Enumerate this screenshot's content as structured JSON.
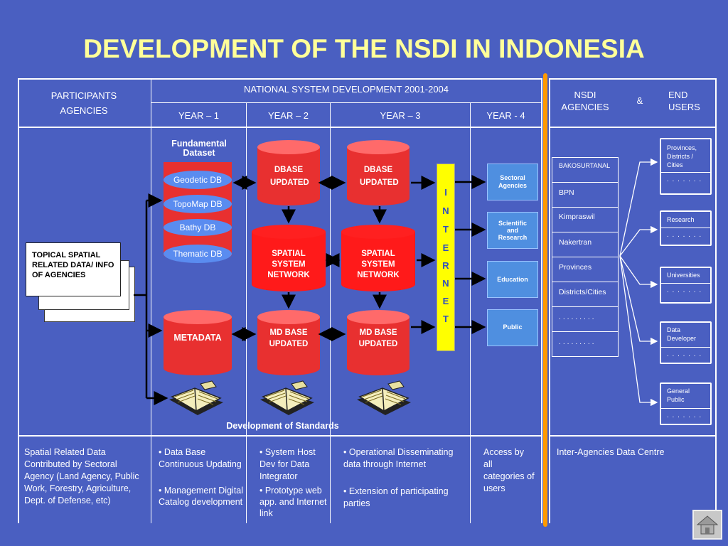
{
  "title": "DEVELOPMENT OF THE NSDI IN INDONESIA",
  "header": {
    "participants": "PARTICIPANTS AGENCIES",
    "national": "NATIONAL SYSTEM DEVELOPMENT 2001-2004",
    "years": [
      "YEAR – 1",
      "YEAR – 2",
      "YEAR – 3",
      "YEAR - 4"
    ],
    "nsdi_agencies": "NSDI AGENCIES",
    "ampersand": "&",
    "end_users": "END USERS"
  },
  "topical_card": "TOPICAL SPATIAL RELATED DATA/ INFO OF AGENCIES",
  "fundamental": {
    "title": "Fundamental Dataset",
    "items": [
      "Geodetic DB",
      "TopoMap DB",
      "Bathy DB",
      "Thematic DB"
    ]
  },
  "metadata_label": "METADATA",
  "dbase_updated": "DBASE UPDATED",
  "spatial_network": "SPATIAL SYSTEM NETWORK",
  "md_base": "MD BASE UPDATED",
  "internet_letters": [
    "I",
    "N",
    "T",
    "E",
    "R",
    "N",
    "E",
    "T"
  ],
  "categories": [
    "Sectoral Agencies",
    "Scientific and Research",
    "Education",
    "Public"
  ],
  "agencies": [
    "BAKOSURTANAL",
    "BPN",
    "Kimpraswil",
    "Nakertran",
    "Provinces",
    "Districts/Cities",
    ". . . . . . . . .",
    ". . . . . . . . ."
  ],
  "end_users": [
    {
      "title": "Provinces, Districts / Cities",
      "dots": ". . . . . . ."
    },
    {
      "title": "Research",
      "dots": ". . . . . . ."
    },
    {
      "title": "Universities",
      "dots": ". . . . . . ."
    },
    {
      "title": "Data Developer",
      "dots": ". . . . . . ."
    },
    {
      "title": "General Public",
      "dots": ". . . . . . ."
    }
  ],
  "standards_label": "Development of Standards",
  "bottom": {
    "participants": "Spatial Related Data Contributed by Sectoral Agency (Land Agency, Public Work, Forestry, Agriculture, Dept. of Defense, etc)",
    "year1": [
      "• Data Base Continuous Updating",
      "• Management Digital Catalog development"
    ],
    "year2": [
      "• System Host Dev for Data Integrator",
      "• Prototype web app. and Internet link"
    ],
    "year3": [
      "• Operational Disseminating data through Internet",
      "• Extension of participating parties"
    ],
    "year4": "Access by all categories of users",
    "nsdi": "Inter-Agencies Data Centre"
  },
  "colors": {
    "background": "#4a5fc1",
    "title": "#ffff99",
    "cylinder": "#e83030",
    "internet_bar": "#ffff00",
    "divider": "#ff9900"
  },
  "icons": [
    "home-icon",
    "book-icon"
  ]
}
